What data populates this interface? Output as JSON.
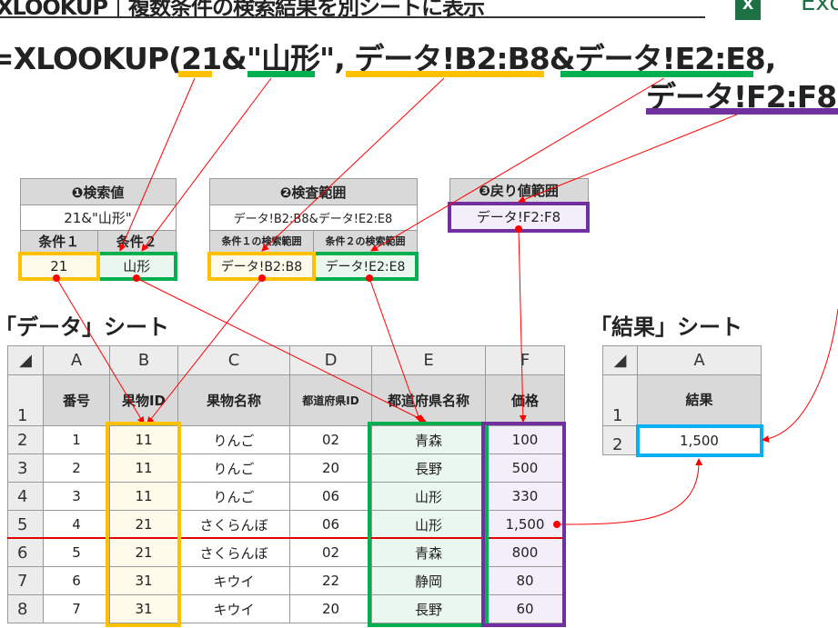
{
  "header": {
    "title": "XLOOKUP｜複数条件の検索結果を別シートに表示",
    "logo_text": "Excel",
    "logo_mark": "X"
  },
  "formula": {
    "prefix": "=XLOOKUP(",
    "arg1a": "21",
    "amp1": "&",
    "arg1b": "\"山形\"",
    "comma1": ", ",
    "arg2a": "データ!B2:B8",
    "amp2": "&",
    "arg2b": "データ!E2:E8",
    "comma2": ",",
    "arg3": "データ!F2:F8",
    "close": ")"
  },
  "box1": {
    "header": "❶検索値",
    "value": "21&\"山形\"",
    "cond1_label": "条件１",
    "cond2_label": "条件２",
    "cond1_value": "21",
    "cond2_value": "山形"
  },
  "box2": {
    "header": "❷検査範囲",
    "value": "データ!B2:B8&データ!E2:E8",
    "cond1_label": "条件１の検索範囲",
    "cond2_label": "条件２の検索範囲",
    "cond1_value": "データ!B2:B8",
    "cond2_value": "データ!E2:E8"
  },
  "box3": {
    "header": "❸戻り値範囲",
    "value": "データ!F2:F8"
  },
  "data_sheet": {
    "title": "「データ」シート",
    "columns": [
      "A",
      "B",
      "C",
      "D",
      "E",
      "F"
    ],
    "headers": [
      "番号",
      "果物ID",
      "果物名称",
      "都道府県ID",
      "都道府県名称",
      "価格"
    ],
    "rows": [
      [
        "1",
        "11",
        "りんご",
        "02",
        "青森",
        "100"
      ],
      [
        "2",
        "11",
        "りんご",
        "20",
        "長野",
        "500"
      ],
      [
        "3",
        "11",
        "りんご",
        "06",
        "山形",
        "330"
      ],
      [
        "4",
        "21",
        "さくらんぼ",
        "06",
        "山形",
        "1,500"
      ],
      [
        "5",
        "21",
        "さくらんぼ",
        "02",
        "青森",
        "800"
      ],
      [
        "6",
        "31",
        "キウイ",
        "22",
        "静岡",
        "80"
      ],
      [
        "7",
        "31",
        "キウイ",
        "20",
        "長野",
        "60"
      ]
    ],
    "row_numbers": [
      "1",
      "2",
      "3",
      "4",
      "5",
      "6",
      "7",
      "8"
    ]
  },
  "result_sheet": {
    "title": "「結果」シート",
    "column": "A",
    "header": "結果",
    "value": "1,500",
    "row_numbers": [
      "1",
      "2"
    ]
  },
  "colors": {
    "yellow": "#ffc000",
    "green": "#00b050",
    "purple": "#7030a0",
    "blue": "#00b0f0",
    "red": "#ff0000"
  }
}
